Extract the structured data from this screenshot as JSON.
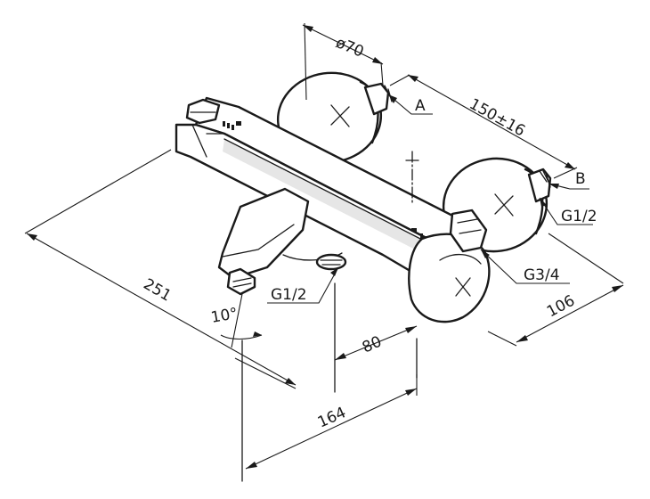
{
  "labels": {
    "dia_70": "ø70",
    "dim_150": "150±16",
    "ref_a": "A",
    "ref_b": "B",
    "thread_right_top": "G1/2",
    "thread_inlet": "G3/4",
    "dim_106": "106",
    "dim_251": "251",
    "thread_outlet": "G1/2",
    "angle_10": "10°",
    "dim_80": "80",
    "dim_164": "164"
  },
  "colors": {
    "line": "#1a1a1a",
    "background": "#ffffff",
    "shade": "#e6e6e6"
  }
}
